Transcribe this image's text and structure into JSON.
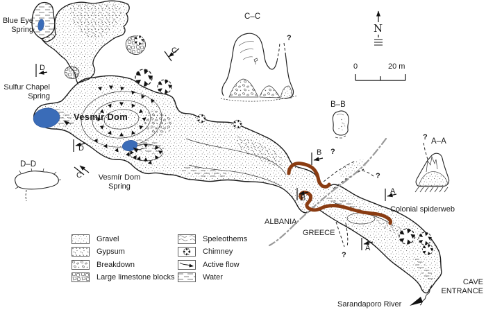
{
  "labels": {
    "blue_eye_spring": "Blue Eye Spring",
    "sulfur_chapel_spring": "Sulfur Chapel Spring",
    "vesmir_dom": "Vesmír Dom",
    "vesmir_dom_spring": "Vesmír Dom Spring",
    "colonial_spiderweb": "Colonial spiderweb",
    "albania": "ALBANIA",
    "greece": "GREECE",
    "cave_entrance": "CAVE ENTRANCE",
    "sarandaporo_river": "Sarandaporo River"
  },
  "sections": {
    "aa": "A–A",
    "bb": "B–B",
    "cc": "C–C",
    "dd": "D–D",
    "marker_a": "A",
    "marker_b": "B",
    "marker_c": "C",
    "marker_d": "D",
    "q": "?"
  },
  "compass": {
    "north": "N"
  },
  "scale": {
    "zero": "0",
    "twenty": "20 m"
  },
  "legend": {
    "items": [
      {
        "key": "gravel",
        "label": "Gravel"
      },
      {
        "key": "gypsum",
        "label": "Gypsum"
      },
      {
        "key": "breakdown",
        "label": "Breakdown"
      },
      {
        "key": "blocks",
        "label": "Large limestone blocks"
      },
      {
        "key": "speleothems",
        "label": "Speleothems"
      },
      {
        "key": "chimney",
        "label": "Chimney"
      },
      {
        "key": "active_flow",
        "label": "Active flow"
      },
      {
        "key": "water",
        "label": "Water"
      }
    ]
  },
  "colors": {
    "water": "#3a6cb8",
    "highlight": "#8a3c12",
    "border": "#999999",
    "ink": "#1a1a1a"
  }
}
